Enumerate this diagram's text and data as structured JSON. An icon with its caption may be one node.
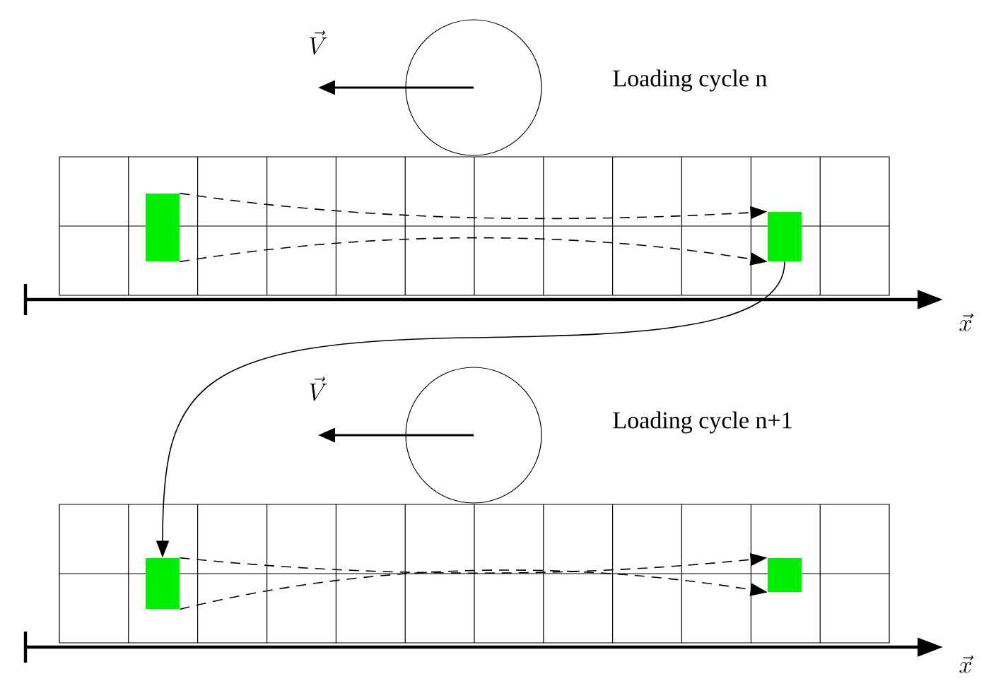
{
  "diagram": {
    "nodes": [
      {
        "text": [],
        "shape": "box"
      },
      {
        "text": [],
        "shape": "box"
      },
      {
        "text": [],
        "shape": "box"
      },
      {
        "text": [],
        "shape": "box"
      }
    ],
    "edges": [
      {
        "from": 0,
        "to": 1,
        "arrow": "to",
        "style": "dashed"
      },
      {
        "from": 0,
        "to": 1,
        "arrow": "to",
        "style": "dashed"
      },
      {
        "from": 1,
        "to": 2,
        "arrow": "to"
      },
      {
        "from": 2,
        "to": 3,
        "arrow": "to",
        "style": "dashed"
      },
      {
        "from": 2,
        "to": 3,
        "arrow": "to",
        "style": "dashed"
      }
    ],
    "labels": [
      "\\vec{V}",
      "Loading cycle n",
      "\\vec{x}",
      "\\vec{V}",
      "Loading cycle n+1",
      "\\vec{x}"
    ]
  }
}
